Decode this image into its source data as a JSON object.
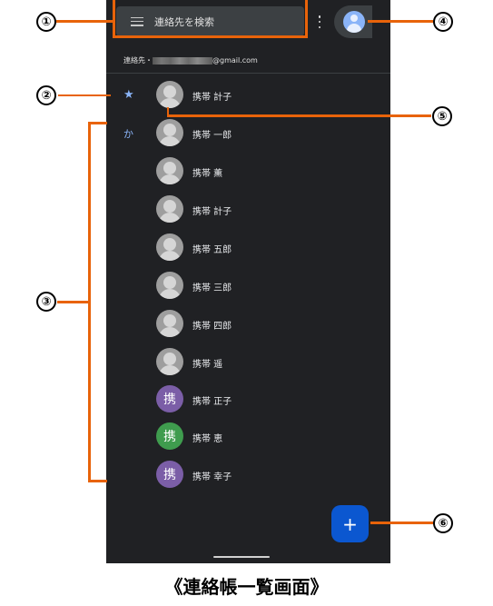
{
  "header": {
    "search_placeholder": "連絡先を検索"
  },
  "account": {
    "label_prefix": "連絡先・",
    "email_suffix": "@gmail.com"
  },
  "sections": {
    "favorites_symbol": "★",
    "ka_label": "か"
  },
  "contacts": [
    {
      "name": "携帯 計子",
      "avatar": "photo"
    },
    {
      "name": "携帯 一郎",
      "avatar": "photo"
    },
    {
      "name": "携帯 薫",
      "avatar": "photo"
    },
    {
      "name": "携帯 計子",
      "avatar": "photo"
    },
    {
      "name": "携帯 五郎",
      "avatar": "photo"
    },
    {
      "name": "携帯 三郎",
      "avatar": "photo"
    },
    {
      "name": "携帯 四郎",
      "avatar": "photo"
    },
    {
      "name": "携帯 遥",
      "avatar": "photo"
    },
    {
      "name": "携帯 正子",
      "avatar": "letter",
      "letter": "携",
      "color": "#7b5ea7"
    },
    {
      "name": "携帯 恵",
      "avatar": "letter",
      "letter": "携",
      "color": "#3f9c4e"
    },
    {
      "name": "携帯 幸子",
      "avatar": "letter",
      "letter": "携",
      "color": "#7b5ea7"
    }
  ],
  "fab": {
    "symbol": "+"
  },
  "callouts": [
    "①",
    "②",
    "③",
    "④",
    "⑤",
    "⑥"
  ],
  "caption": "《連絡帳一覧画面》",
  "colors": {
    "highlight": "#e8630a",
    "background": "#202124",
    "accent": "#8ab4f8",
    "fab": "#0b57d0"
  }
}
